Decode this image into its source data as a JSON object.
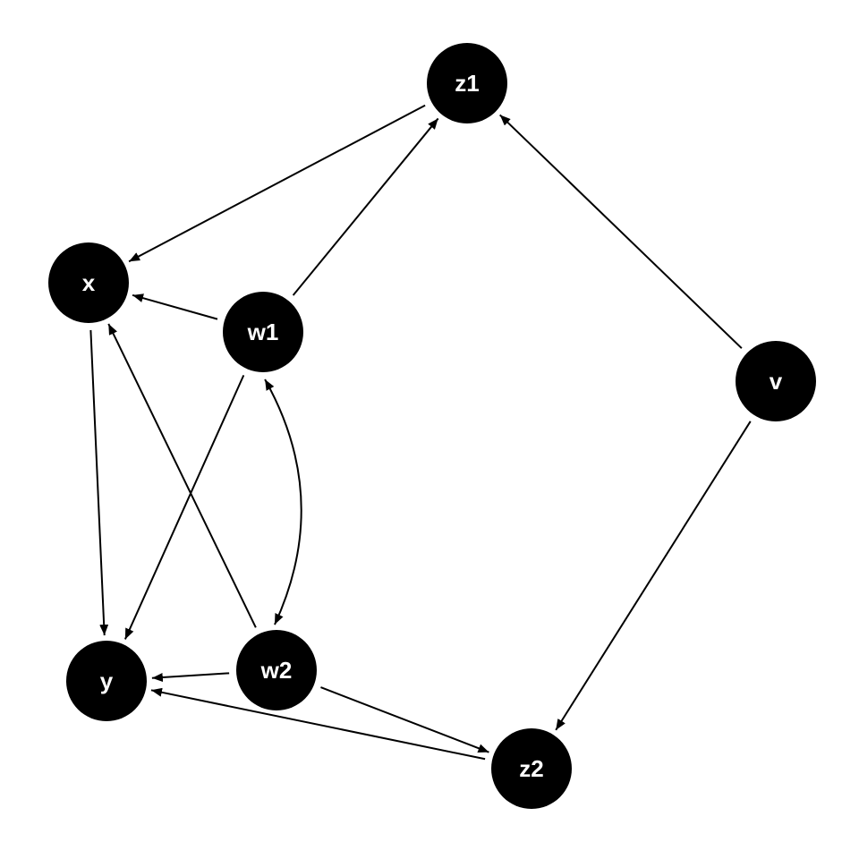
{
  "diagram": {
    "colors": {
      "node_fill": "#000000",
      "node_text": "#ffffff",
      "edge": "#000000",
      "background": "#ffffff"
    },
    "nodes": [
      {
        "id": "z1",
        "label": "z1"
      },
      {
        "id": "x",
        "label": "x"
      },
      {
        "id": "w1",
        "label": "w1"
      },
      {
        "id": "v",
        "label": "v"
      },
      {
        "id": "y",
        "label": "y"
      },
      {
        "id": "w2",
        "label": "w2"
      },
      {
        "id": "z2",
        "label": "z2"
      }
    ],
    "edges": [
      {
        "from": "z1",
        "to": "x",
        "type": "directed"
      },
      {
        "from": "w1",
        "to": "x",
        "type": "directed"
      },
      {
        "from": "w1",
        "to": "z1",
        "type": "directed"
      },
      {
        "from": "v",
        "to": "z1",
        "type": "directed"
      },
      {
        "from": "x",
        "to": "y",
        "type": "directed"
      },
      {
        "from": "w1",
        "to": "y",
        "type": "directed"
      },
      {
        "from": "w2",
        "to": "x",
        "type": "directed"
      },
      {
        "from": "w1",
        "to": "w2",
        "type": "bidirected"
      },
      {
        "from": "w2",
        "to": "y",
        "type": "directed"
      },
      {
        "from": "w2",
        "to": "z2",
        "type": "directed"
      },
      {
        "from": "z2",
        "to": "y",
        "type": "directed"
      },
      {
        "from": "v",
        "to": "z2",
        "type": "directed"
      }
    ]
  }
}
